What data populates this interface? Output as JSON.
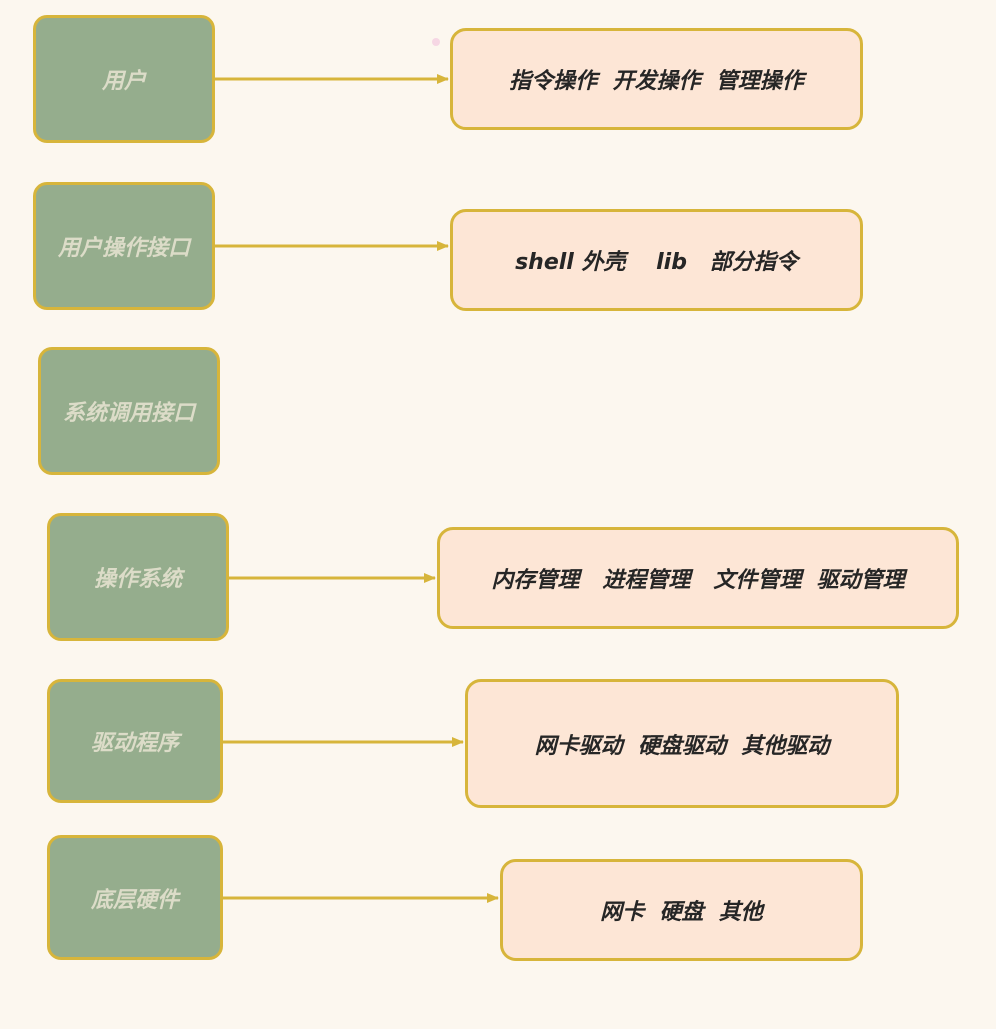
{
  "layers": [
    {
      "id": "user",
      "label": "用户",
      "detail": "指令操作  开发操作  管理操作"
    },
    {
      "id": "user-interface",
      "label": "用户操作接口",
      "detail": "shell 外壳    lib   部分指令"
    },
    {
      "id": "syscall",
      "label": "系统调用接口"
    },
    {
      "id": "os",
      "label": "操作系统",
      "detail": "内存管理   进程管理   文件管理  驱动管理"
    },
    {
      "id": "drivers",
      "label": "驱动程序",
      "detail": "网卡驱动  硬盘驱动  其他驱动"
    },
    {
      "id": "hardware",
      "label": "底层硬件",
      "detail": "网卡  硬盘  其他"
    }
  ],
  "colors": {
    "background": "#fcf7ef",
    "left_fill": "#95ad8d",
    "right_fill": "#fde6d6",
    "border": "#d7b53b",
    "arrow": "#d7b53b"
  }
}
